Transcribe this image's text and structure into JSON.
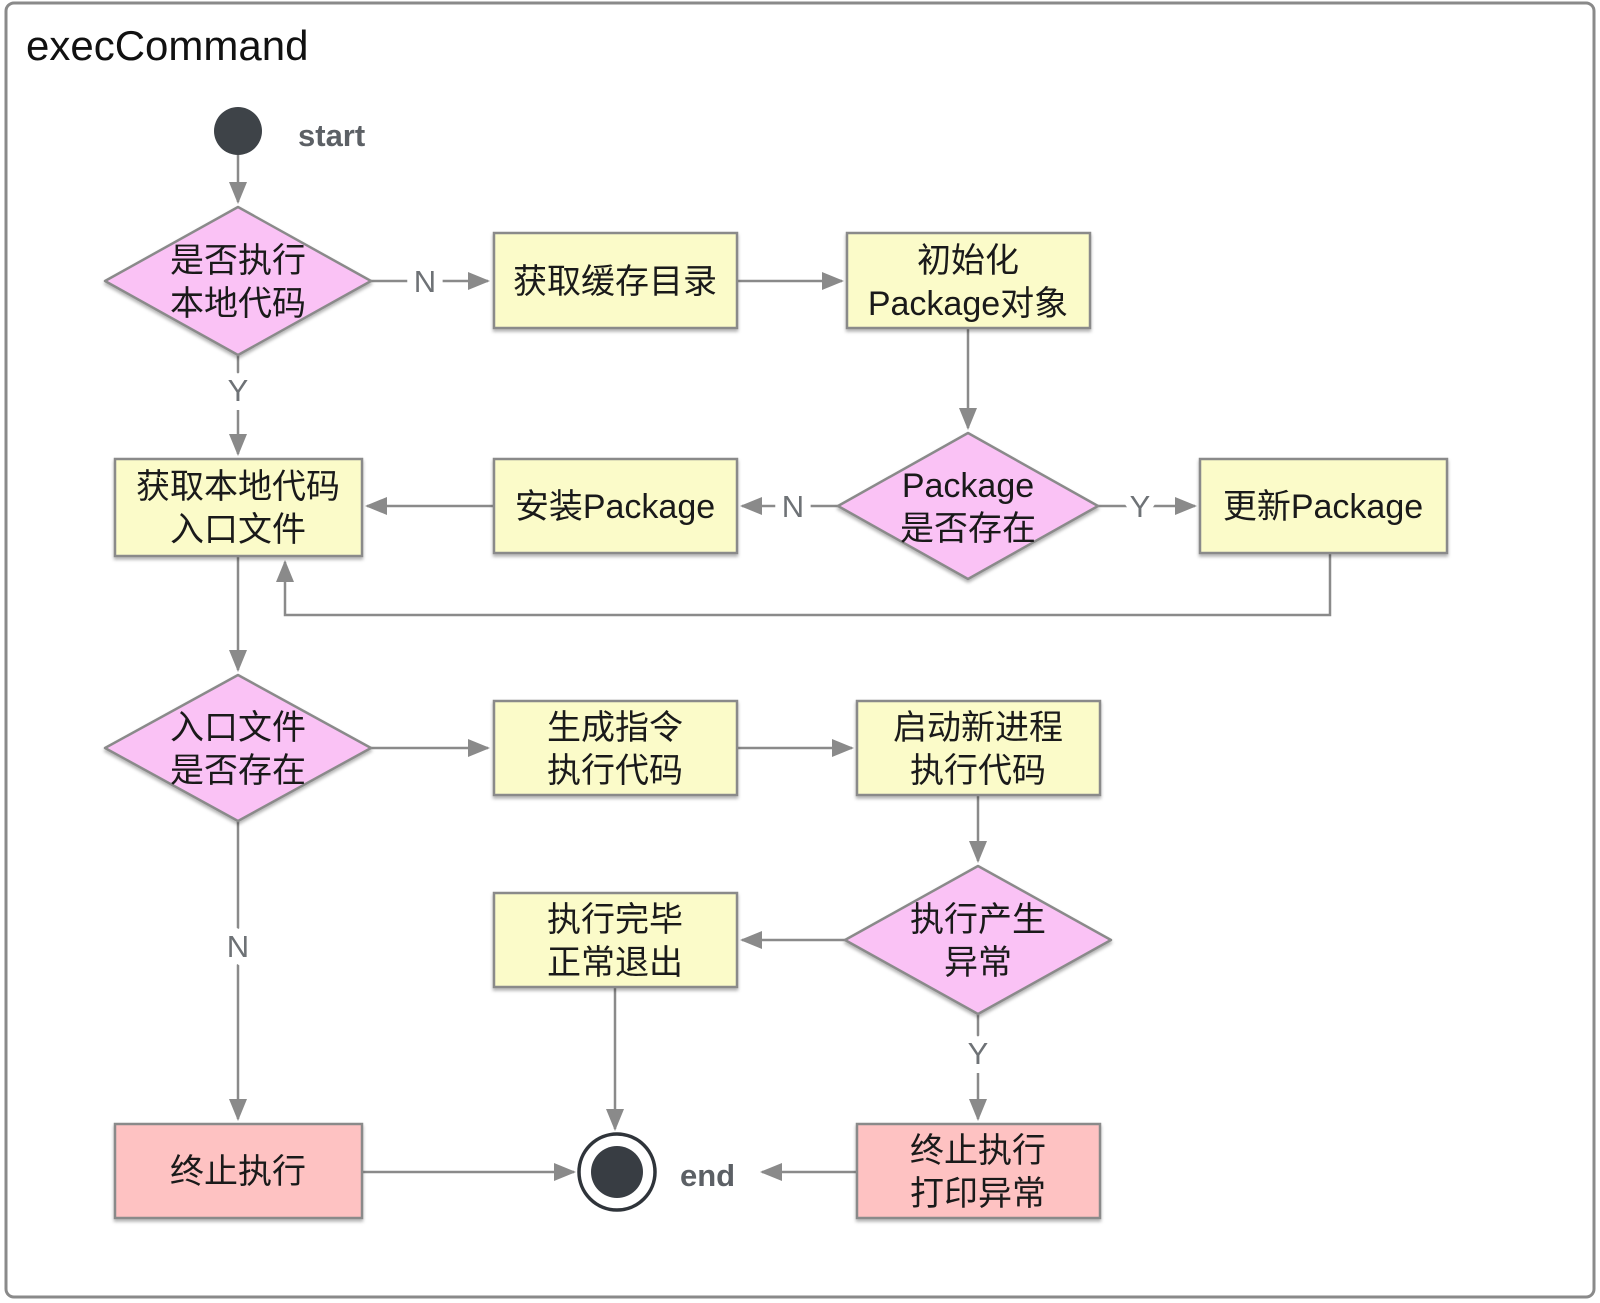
{
  "title": "execCommand",
  "colors": {
    "decision_fill": "#fac2f5",
    "process_fill": "#fbfbc9",
    "terminal_fill": "#fec2c2",
    "node_border": "#8a8a8a",
    "edge": "#8a8a8a",
    "edge_label_text": "#6e7276",
    "start_end_fill": "#3e4348"
  },
  "nodes": {
    "start": {
      "label": "start"
    },
    "decision_run_local": {
      "line1": "是否执行",
      "line2": "本地代码"
    },
    "get_cache_dir": {
      "label": "获取缓存目录"
    },
    "init_package": {
      "line1": "初始化",
      "line2": "Package对象"
    },
    "decision_package_exists": {
      "line1": "Package",
      "line2": "是否存在"
    },
    "update_package": {
      "label": "更新Package"
    },
    "install_package": {
      "label": "安装Package"
    },
    "get_entry_file": {
      "line1": "获取本地代码",
      "line2": "入口文件"
    },
    "decision_entry_exists": {
      "line1": "入口文件",
      "line2": "是否存在"
    },
    "generate_command": {
      "line1": "生成指令",
      "line2": "执行代码"
    },
    "start_new_process": {
      "line1": "启动新进程",
      "line2": "执行代码"
    },
    "decision_exception": {
      "line1": "执行产生",
      "line2": "异常"
    },
    "normal_exit": {
      "line1": "执行完毕",
      "line2": "正常退出"
    },
    "terminate": {
      "label": "终止执行"
    },
    "terminate_print_exception": {
      "line1": "终止执行",
      "line2": "打印异常"
    },
    "end": {
      "label": "end"
    }
  },
  "edge_labels": {
    "run_local_no": "N",
    "run_local_yes": "Y",
    "package_exists_yes": "Y",
    "package_exists_no": "N",
    "entry_exists_no": "N",
    "exception_yes": "Y"
  }
}
